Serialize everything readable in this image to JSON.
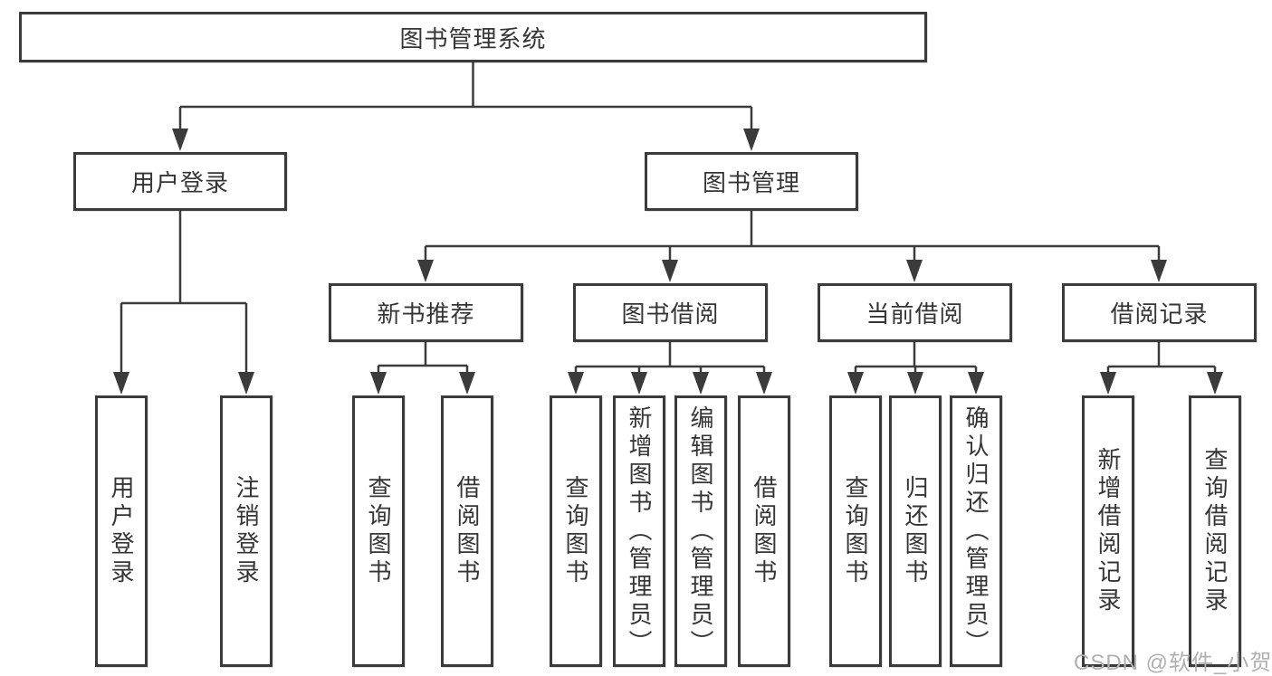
{
  "tree": {
    "root": {
      "label": "图书管理系统"
    },
    "branches": [
      {
        "label": "用户登录",
        "children": [
          {
            "label": "用户登录"
          },
          {
            "label": "注销登录"
          }
        ]
      },
      {
        "label": "图书管理",
        "children": [
          {
            "label": "新书推荐",
            "children": [
              {
                "label": "查询图书"
              },
              {
                "label": "借阅图书"
              }
            ]
          },
          {
            "label": "图书借阅",
            "children": [
              {
                "label": "查询图书"
              },
              {
                "label": "新增图书（管理员）"
              },
              {
                "label": "编辑图书（管理员）"
              },
              {
                "label": "借阅图书"
              }
            ]
          },
          {
            "label": "当前借阅",
            "children": [
              {
                "label": "查询图书"
              },
              {
                "label": "归还图书"
              },
              {
                "label": "确认归还（管理员）"
              }
            ]
          },
          {
            "label": "借阅记录",
            "children": [
              {
                "label": "新增借阅记录"
              },
              {
                "label": "查询借阅记录"
              }
            ]
          }
        ]
      }
    ]
  },
  "watermark": {
    "text": "CSDN @软件_小贺同学"
  },
  "colors": {
    "line": "#3b3b3b",
    "box_border": "#3b3b3b",
    "text": "#353535",
    "watermark": "#b0b0b0",
    "background": "#ffffff"
  }
}
